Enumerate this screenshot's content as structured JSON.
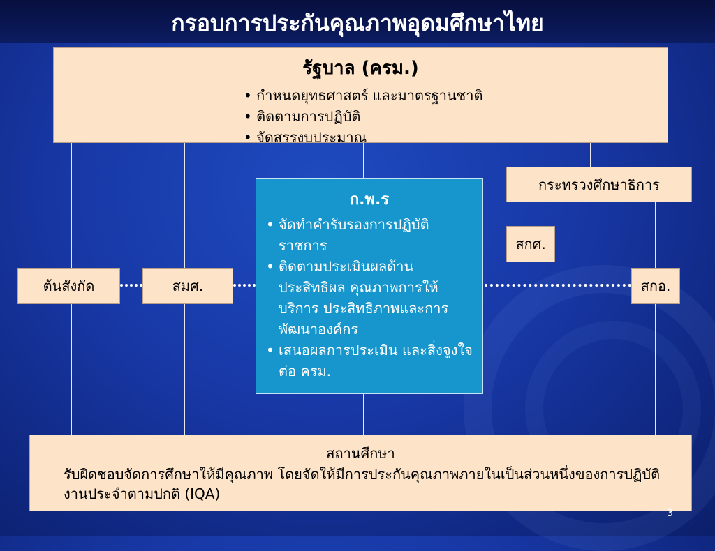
{
  "title": "กรอบการประกันคุณภาพอุดมศึกษาไทย",
  "government": {
    "title": "รัฐบาล (ครม.)",
    "items": [
      "กำหนดยุทธศาสตร์ และมาตรฐานชาติ",
      "ติดตามการปฏิบัติ",
      "จัดสรรงบประมาณ"
    ]
  },
  "ministry": "กระทรวงศึกษาธิการ",
  "ohec": "สกศ.",
  "affiliation": "ต้นสังกัด",
  "onesqa": "สมศ.",
  "gfa": "สกอ.",
  "kpr": {
    "title": "ก.พ.ร",
    "items": [
      "จัดทำคำรับรองการปฏิบัติราชการ",
      "ติดตามประเมินผลด้านประสิทธิผล คุณภาพการให้บริการ ประสิทธิภาพและการพัฒนาองค์กร",
      "เสนอผลการประเมิน และสิ่งจูงใจต่อ ครม."
    ]
  },
  "institution": {
    "title": "สถานศึกษา",
    "description": "รับผิดชอบจัดการศึกษาให้มีคุณภาพ โดยจัดให้มีการประกันคุณภาพภายในเป็นส่วนหนึ่งของการปฏิบัติงานประจำตามปกติ (IQA)"
  },
  "page_number": "3"
}
